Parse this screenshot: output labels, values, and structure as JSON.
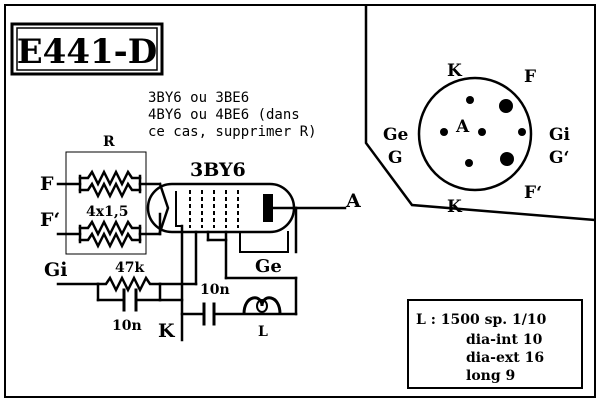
{
  "title": "E441-D",
  "tube_note": {
    "line1": "3BY6  ou  3BE6",
    "line2": "4BY6  ou  4BE6 (dans",
    "line3": "ce cas, supprimer R)"
  },
  "tube_name": "3BY6",
  "labels": {
    "R": "R",
    "F": "F",
    "F_prime": "F‘",
    "resistor_value": "4x1,5",
    "Gi": "Gi",
    "resistor_47k": "47k",
    "cap_10n_left": "10n",
    "cap_10n_mid": "10n",
    "Ge": "Ge",
    "K": "K",
    "L": "L",
    "A": "A"
  },
  "socket": {
    "K_top": "K",
    "F_top": "F",
    "A": "A",
    "Ge": "Ge",
    "G": "G",
    "Gi": "Gi",
    "G_prime": "G‘",
    "K_bottom": "K",
    "F_bottom": "F‘"
  },
  "coil_spec": {
    "line1": "L  :  1500  sp.  1/10",
    "line2": "dia-int  10",
    "line3": "dia-ext  16",
    "line4": "long  9"
  }
}
